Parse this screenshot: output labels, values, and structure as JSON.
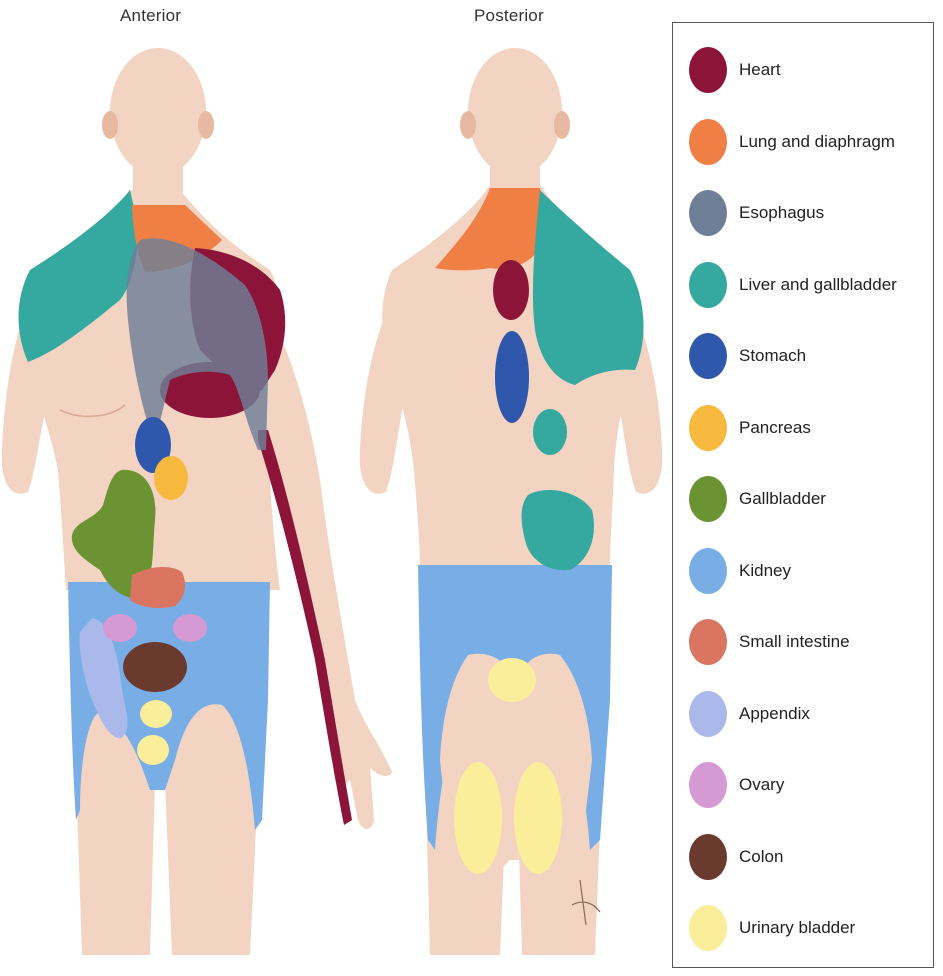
{
  "views": {
    "anterior": "Anterior",
    "posterior": "Posterior"
  },
  "colors": {
    "skin": "#f3d3c2",
    "skin_shadow": "#e7b9a3",
    "heart": "#8c1439",
    "lung": "#f07f46",
    "esophagus": "#6f7f97",
    "liver": "#35a8a0",
    "stomach": "#2f57ac",
    "pancreas": "#f7b93e",
    "gallbladder": "#6b9233",
    "kidney": "#78aee5",
    "small_intestine": "#d97560",
    "appendix": "#aab9ea",
    "ovary": "#d599d3",
    "colon": "#6b3a2e",
    "bladder": "#fbee9a"
  },
  "legend": [
    {
      "label": "Heart",
      "color": "#8c1439"
    },
    {
      "label": "Lung and diaphragm",
      "color": "#f07f46"
    },
    {
      "label": "Esophagus",
      "color": "#6f7f97"
    },
    {
      "label": "Liver and gallbladder",
      "color": "#35a8a0"
    },
    {
      "label": "Stomach",
      "color": "#2f57ac"
    },
    {
      "label": "Pancreas",
      "color": "#f7b93e"
    },
    {
      "label": "Gallbladder",
      "color": "#6b9233"
    },
    {
      "label": "Kidney",
      "color": "#78aee5"
    },
    {
      "label": "Small intestine",
      "color": "#d97560"
    },
    {
      "label": "Appendix",
      "color": "#aab9ea"
    },
    {
      "label": "Ovary",
      "color": "#d599d3"
    },
    {
      "label": "Colon",
      "color": "#6b3a2e"
    },
    {
      "label": "Urinary bladder",
      "color": "#fbee9a"
    }
  ]
}
